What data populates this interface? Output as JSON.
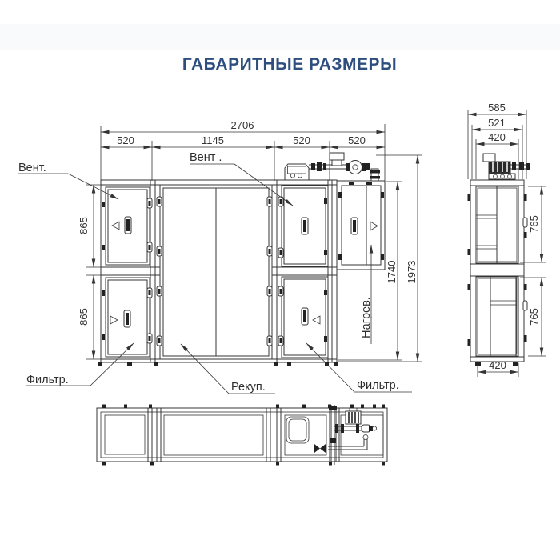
{
  "title": "ГАБАРИТНЫЕ РАЗМЕРЫ",
  "colors": {
    "line": "#343434",
    "title": "#2d4e7e",
    "background": "#ffffff",
    "band": "#f9fafc"
  },
  "front": {
    "dim_total_width": "2706",
    "dim_w_fan_left": "520",
    "dim_w_recuperator": "1145",
    "dim_w_fan_right": "520",
    "dim_w_heater": "520",
    "dim_h_upper": "865",
    "dim_h_lower": "865",
    "dim_h_body": "1740",
    "dim_h_total": "1973",
    "label_fan_left": "Вент.",
    "label_fan_right": "Вент .",
    "label_filter_left": "Фильтр.",
    "label_filter_right": "Фильтр.",
    "label_recuperator": "Рекуп.",
    "label_heater": "Нагрев."
  },
  "side": {
    "dim_depth_total": "585",
    "dim_depth_frame": "521",
    "dim_depth_door": "420",
    "dim_h_module_upper": "765",
    "dim_h_module_lower": "765",
    "dim_base_width": "420"
  }
}
